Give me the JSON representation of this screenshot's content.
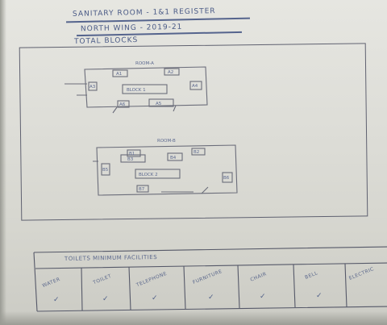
{
  "header": {
    "title": "SANITARY ROOM - 1&1 REGISTER",
    "line2": "NORTH WING   -   2019-21",
    "subtitle": "TOTAL BLOCKS"
  },
  "diagram": {
    "layout_1": {
      "heading": "ROOM-A",
      "center_label": "BLOCK 1",
      "boxes": [
        "A1",
        "A2",
        "A3",
        "A4",
        "A5",
        "A6"
      ]
    },
    "layout_2": {
      "heading": "ROOM-B",
      "center_label": "BLOCK 2",
      "boxes": [
        "B1",
        "B2",
        "B3",
        "B4",
        "B5",
        "B6",
        "B7"
      ]
    }
  },
  "table": {
    "title": "TOILETS   MINIMUM   FACILITIES",
    "columns": [
      "WATER",
      "TOILET",
      "TELEPHONE",
      "FURNITURE",
      "CHAIR",
      "BELL",
      "ELECTRIC"
    ],
    "marks": [
      "✓",
      "✓",
      "✓",
      "✓",
      "✓",
      "✓",
      ""
    ]
  }
}
